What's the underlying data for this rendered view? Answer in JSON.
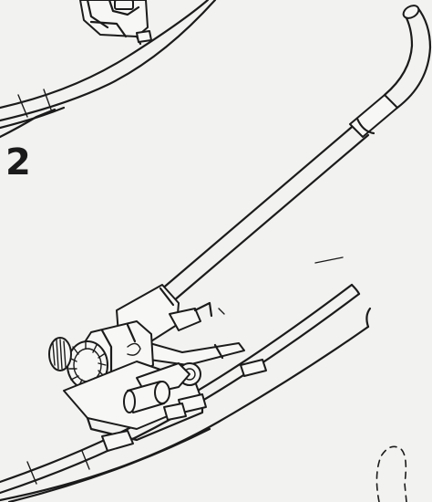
{
  "step": {
    "number": "2"
  },
  "figure": {
    "previous_step_fragment": "tool-with-strap-partial-view",
    "main_tool": "strap-tensioner-with-handle",
    "hidden_part_outline": "dashed-outline"
  },
  "colors": {
    "ink": "#1b1b1b",
    "paper": "#f2f2f0"
  }
}
